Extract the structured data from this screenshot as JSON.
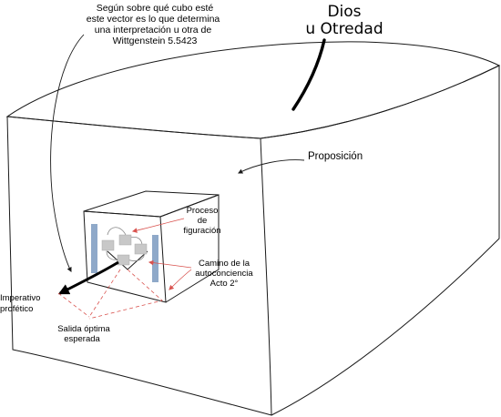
{
  "labels": {
    "note_line1": "Según sobre qué cubo esté",
    "note_line2": "este vector es lo que determina",
    "note_line3": "una interpretación u otra de",
    "note_line4": "Wittgenstein 5.5423",
    "dios_line1": "Dios",
    "dios_line2": "u Otredad",
    "proposicion": "Proposición",
    "proceso_line1": "Proceso",
    "proceso_line2": "de",
    "proceso_line3": "figuración",
    "camino_line1": "Camino de la",
    "camino_line2": "autoconciencia",
    "camino_line3": "Acto 2°",
    "imperativo_line1": "Imperativo",
    "imperativo_line2": "profético",
    "salida_line1": "Salida óptima",
    "salida_line2": "esperada"
  },
  "colors": {
    "line": "#1a1a1a",
    "panel_blue": "#8fa9c9",
    "box_gray": "#c8c8c8",
    "arrow_red": "#d9534f"
  }
}
